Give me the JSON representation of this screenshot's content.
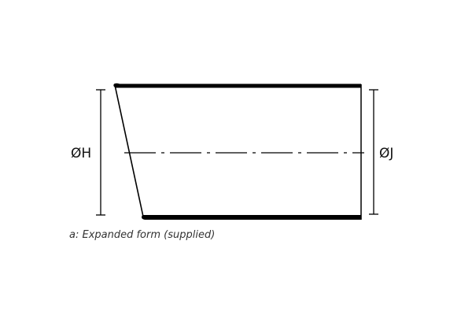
{
  "diagram": {
    "label_left": "ØH",
    "label_right": "ØJ",
    "caption": "a: Expanded form (supplied)",
    "line_color": "#000000"
  }
}
